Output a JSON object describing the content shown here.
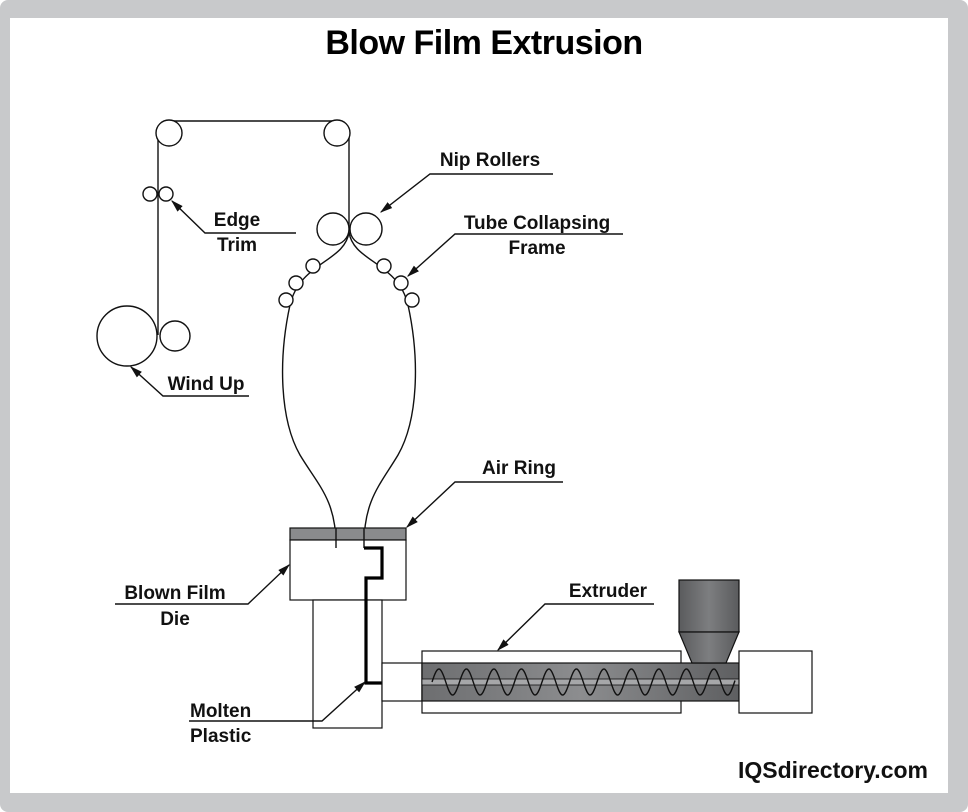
{
  "diagram": {
    "title": "Blow Film Extrusion",
    "labels": {
      "nip_rollers": "Nip Rollers",
      "edge_trim_line1": "Edge",
      "edge_trim_line2": "Trim",
      "tube_collapsing_line1": "Tube Collapsing",
      "tube_collapsing_line2": "Frame",
      "wind_up": "Wind Up",
      "air_ring": "Air Ring",
      "blown_film_die_line1": "Blown Film",
      "blown_film_die_line2": "Die",
      "extruder": "Extruder",
      "molten_plastic_line1": "Molten",
      "molten_plastic_line2": "Plastic"
    },
    "brand": "IQSdirectory.com",
    "colors": {
      "frame": "#c8c9cb",
      "air_ring": "#8a8b8d",
      "barrel": "#7b7c7e",
      "hopper": "#6b6c6e",
      "line": "#111111"
    }
  }
}
